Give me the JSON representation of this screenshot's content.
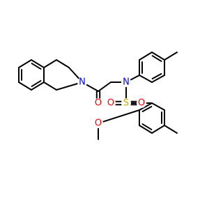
{
  "molecule": {
    "colors": {
      "bond": "#000000",
      "N": "#0000ff",
      "O": "#ff0000",
      "S": "#ccaa00"
    },
    "atoms": [
      {
        "id": "n_ring",
        "symbol": "N",
        "label": "N"
      },
      {
        "id": "o_carbonyl",
        "symbol": "O",
        "label": "O"
      },
      {
        "id": "n_amide",
        "symbol": "N",
        "label": "N"
      },
      {
        "id": "s_sulfonyl",
        "symbol": "S",
        "label": "S"
      },
      {
        "id": "o_sulfonyl_left",
        "symbol": "O",
        "label": "O"
      },
      {
        "id": "o_sulfonyl_right",
        "symbol": "O",
        "label": "O"
      },
      {
        "id": "o_methoxy",
        "symbol": "O",
        "label": "O"
      }
    ]
  }
}
